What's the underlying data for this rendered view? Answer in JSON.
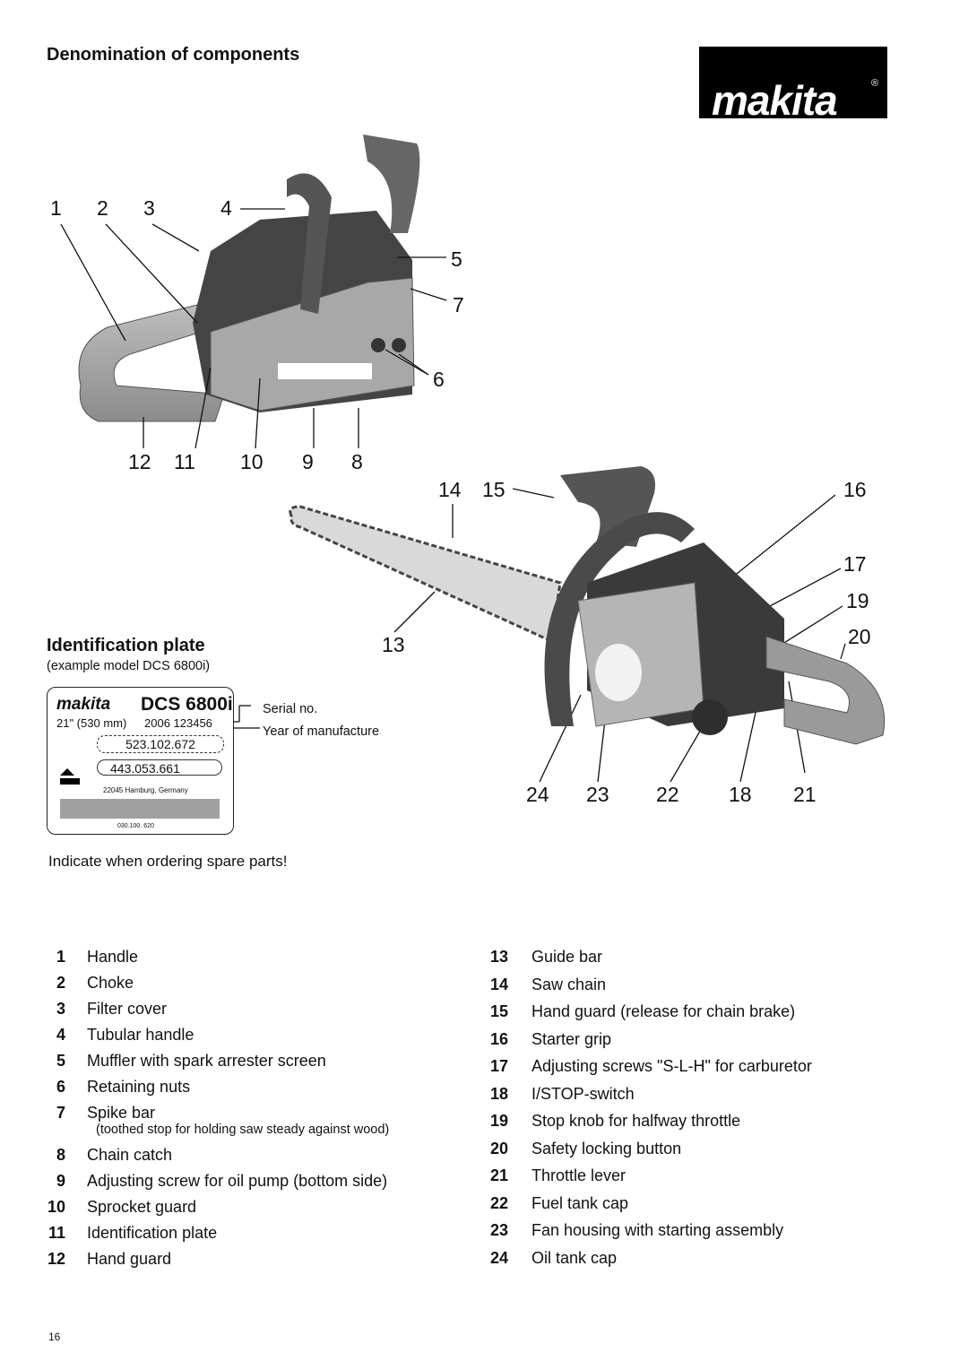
{
  "heading": "Denomination of components",
  "logo": {
    "brand": "makita",
    "registered": "®"
  },
  "photo1_callouts": {
    "top": [
      "1",
      "2",
      "3",
      "4"
    ],
    "right": [
      "5",
      "7",
      "6"
    ],
    "bottom": [
      "12",
      "11",
      "10",
      "9",
      "8"
    ]
  },
  "photo2_callouts": {
    "top": [
      "14",
      "15",
      "16"
    ],
    "right": [
      "17",
      "19",
      "20"
    ],
    "left": "13",
    "bottom": [
      "24",
      "23",
      "22",
      "18",
      "21"
    ]
  },
  "id_plate": {
    "title": "Identification plate",
    "subtitle": "(example model DCS 6800i)",
    "brand": "makita",
    "model": "DCS 6800i",
    "length": "21\" (530 mm)",
    "serial_line": "2006 123456",
    "chain_no": "523.102.672",
    "bar_no": "443.053.661",
    "address": "22045 Hamburg, Germany",
    "code": "030.100. 620",
    "serial_label": "Serial no.",
    "year_label": "Year of manufacture",
    "note": "Indicate when ordering spare parts!"
  },
  "parts_left": [
    {
      "no": "1",
      "name": "Handle"
    },
    {
      "no": "2",
      "name": "Choke"
    },
    {
      "no": "3",
      "name": "Filter cover"
    },
    {
      "no": "4",
      "name": "Tubular handle"
    },
    {
      "no": "5",
      "name": "Muffler with spark arrester screen"
    },
    {
      "no": "6",
      "name": "Retaining nuts"
    },
    {
      "no": "7",
      "name": "Spike bar",
      "note": "(toothed stop for holding saw steady against wood)"
    },
    {
      "no": "8",
      "name": "Chain catch"
    },
    {
      "no": "9",
      "name": "Adjusting screw for oil pump (bottom side)"
    },
    {
      "no": "10",
      "name": "Sprocket guard"
    },
    {
      "no": "11",
      "name": "Identification plate"
    },
    {
      "no": "12",
      "name": "Hand guard"
    }
  ],
  "parts_right": [
    {
      "no": "13",
      "name": "Guide bar"
    },
    {
      "no": "14",
      "name": "Saw chain"
    },
    {
      "no": "15",
      "name": "Hand guard (release for chain brake)"
    },
    {
      "no": "16",
      "name": "Starter grip"
    },
    {
      "no": "17",
      "name": "Adjusting screws \"S-L-H\" for carburetor"
    },
    {
      "no": "18",
      "name": "I/STOP-switch"
    },
    {
      "no": "19",
      "name": "Stop knob for halfway throttle"
    },
    {
      "no": "20",
      "name": "Safety locking button"
    },
    {
      "no": "21",
      "name": "Throttle lever"
    },
    {
      "no": "22",
      "name": "Fuel tank cap"
    },
    {
      "no": "23",
      "name": "Fan housing with starting assembly"
    },
    {
      "no": "24",
      "name": "Oil tank cap"
    }
  ],
  "page_number": "16"
}
